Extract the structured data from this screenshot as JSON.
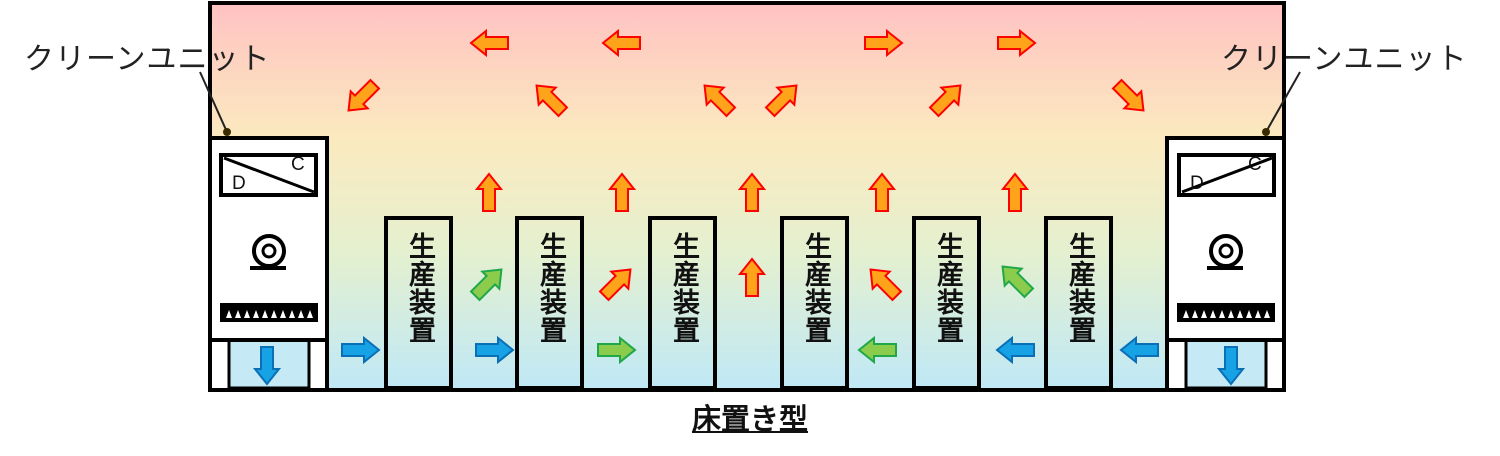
{
  "labels": {
    "clean_unit_left": "クリーンユニット",
    "clean_unit_right": "クリーンユニット",
    "damper_d": "D",
    "damper_c": "C"
  },
  "devices": [
    "生産装置",
    "生産装置",
    "生産装置",
    "生産装置",
    "生産装置",
    "生産装置"
  ],
  "caption": "床置き型",
  "colors": {
    "hot_arrow_fill": "#ffa31a",
    "hot_arrow_stroke": "#ff0000",
    "cool_arrow_fill": "#8ccc4c",
    "cool_arrow_stroke": "#1fa84a",
    "clean_arrow_fill": "#17a2e6",
    "clean_arrow_stroke": "#0b6fb5"
  }
}
